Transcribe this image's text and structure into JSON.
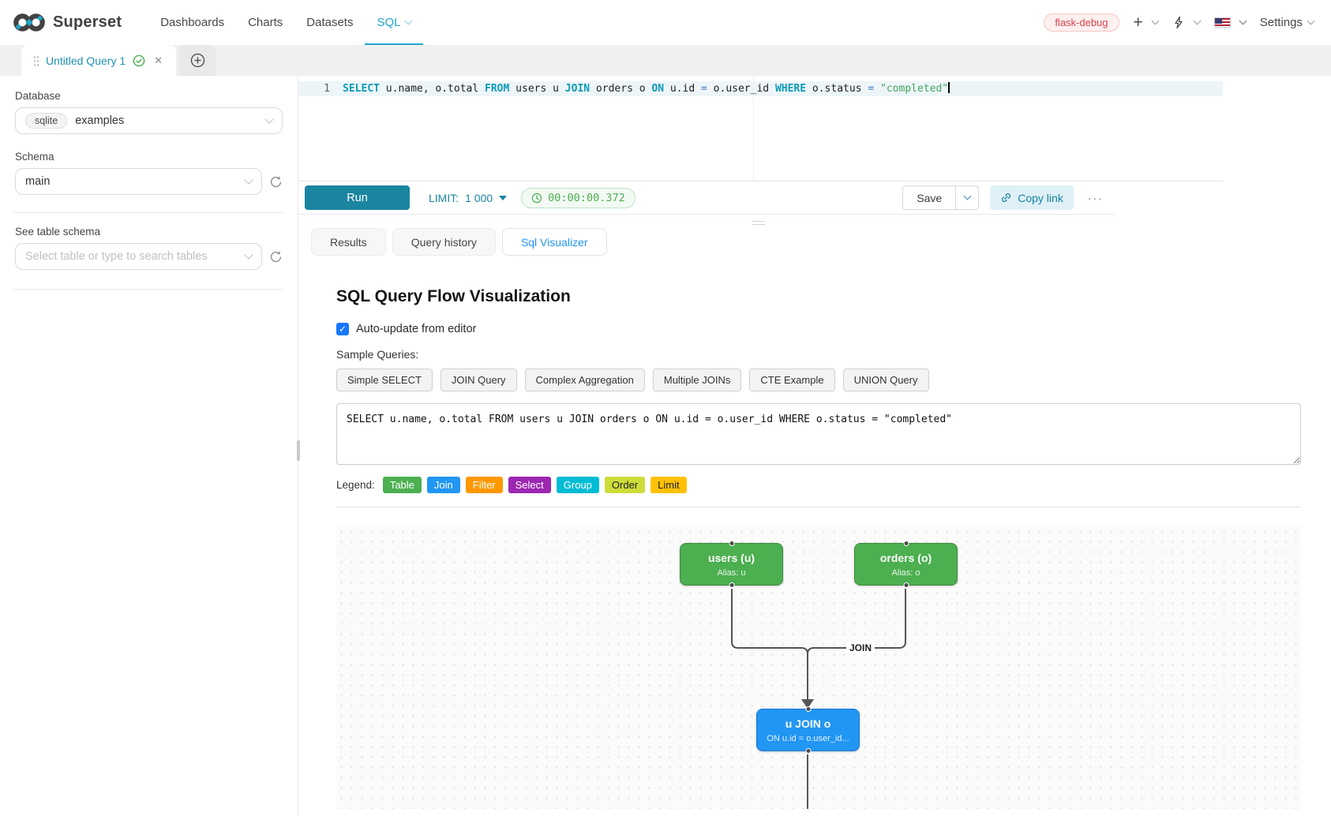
{
  "nav": {
    "brand": "Superset",
    "items": [
      {
        "label": "Dashboards"
      },
      {
        "label": "Charts"
      },
      {
        "label": "Datasets"
      },
      {
        "label": "SQL",
        "active": true
      }
    ],
    "env_badge": "flask-debug",
    "settings_label": "Settings"
  },
  "query_tabs": {
    "active_tab_label": "Untitled Query 1"
  },
  "sidebar": {
    "database_label": "Database",
    "database_engine": "sqlite",
    "database_value": "examples",
    "schema_label": "Schema",
    "schema_value": "main",
    "table_label": "See table schema",
    "table_placeholder": "Select table or type to search tables"
  },
  "editor": {
    "line_number": "1",
    "tokens": [
      {
        "t": "SELECT",
        "cls": "kw"
      },
      {
        "t": " u.name, o.total ",
        "cls": ""
      },
      {
        "t": "FROM",
        "cls": "kw"
      },
      {
        "t": " users u ",
        "cls": ""
      },
      {
        "t": "JOIN",
        "cls": "kw"
      },
      {
        "t": " orders o ",
        "cls": ""
      },
      {
        "t": "ON",
        "cls": "kw"
      },
      {
        "t": " u.id ",
        "cls": ""
      },
      {
        "t": "=",
        "cls": "op"
      },
      {
        "t": " o.user_id ",
        "cls": ""
      },
      {
        "t": "WHERE",
        "cls": "kw"
      },
      {
        "t": " o.status ",
        "cls": ""
      },
      {
        "t": "=",
        "cls": "op"
      },
      {
        "t": " ",
        "cls": ""
      },
      {
        "t": "\"completed\"",
        "cls": "str"
      }
    ]
  },
  "toolbar": {
    "run_label": "Run",
    "limit_label": "LIMIT:",
    "limit_value": "1 000",
    "timer_value": "00:00:00.372",
    "save_label": "Save",
    "copy_link_label": "Copy link",
    "more_label": "..."
  },
  "south_tabs": {
    "results": "Results",
    "query_history": "Query history",
    "sql_visualizer": "Sql Visualizer"
  },
  "visualizer": {
    "title": "SQL Query Flow Visualization",
    "auto_update_label": "Auto-update from editor",
    "sample_queries_label": "Sample Queries:",
    "sample_buttons": [
      {
        "label": "Simple SELECT"
      },
      {
        "label": "JOIN Query"
      },
      {
        "label": "Complex Aggregation"
      },
      {
        "label": "Multiple JOINs"
      },
      {
        "label": "CTE Example"
      },
      {
        "label": "UNION Query"
      }
    ],
    "query_text": "SELECT u.name, o.total FROM users u JOIN orders o ON u.id = o.user_id WHERE o.status = \"completed\"",
    "legend_label": "Legend:",
    "legend": [
      {
        "label": "Table",
        "bg": "#4CAF50",
        "fg": "#ffffff"
      },
      {
        "label": "Join",
        "bg": "#2196F3",
        "fg": "#ffffff"
      },
      {
        "label": "Filter",
        "bg": "#FF9800",
        "fg": "#ffffff"
      },
      {
        "label": "Select",
        "bg": "#9C27B0",
        "fg": "#ffffff"
      },
      {
        "label": "Group",
        "bg": "#00BCD4",
        "fg": "#ffffff"
      },
      {
        "label": "Order",
        "bg": "#CDDC39",
        "fg": "#222222"
      },
      {
        "label": "Limit",
        "bg": "#FFC107",
        "fg": "#222222"
      }
    ],
    "flow": {
      "edge_label": "JOIN",
      "nodes": [
        {
          "title": "users (u)",
          "subtitle": "Alias: u",
          "color": "#4CAF50",
          "border": "#3d8b40"
        },
        {
          "title": "orders (o)",
          "subtitle": "Alias: o",
          "color": "#4CAF50",
          "border": "#3d8b40"
        },
        {
          "title": "u JOIN o",
          "subtitle": "ON u.id = o.user_id...",
          "color": "#2196F3",
          "border": "#1976d2"
        }
      ]
    }
  },
  "colors": {
    "brand_teal": "#20a7c9",
    "run_button": "#1a85a0",
    "timer_green": "#4cae50",
    "active_tab_blue": "#2196f3",
    "error_badge_red": "#d8434e"
  }
}
